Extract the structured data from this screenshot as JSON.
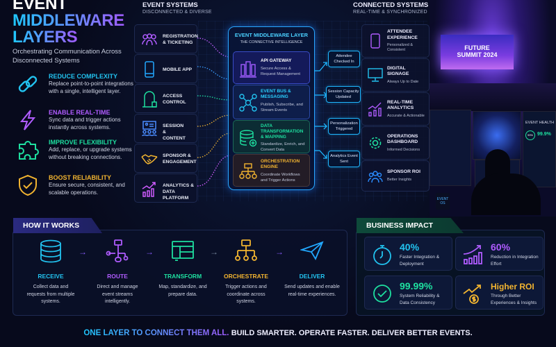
{
  "title": {
    "line1": "EVENT",
    "line2": "MIDDLEWARE",
    "line3": "LAYERS",
    "subtitle": "Orchestrating Communication Across Disconnected Systems"
  },
  "benefits": [
    {
      "title": "REDUCE COMPLEXITY",
      "text": "Replace point-to-point integrations with a single, intelligent layer.",
      "color": "#22c3f0",
      "icon": "link-icon"
    },
    {
      "title": "ENABLE REAL-TIME",
      "text": "Sync data and trigger actions instantly across systems.",
      "color": "#b05cff",
      "icon": "lightning-icon"
    },
    {
      "title": "IMPROVE FLEXIBILITY",
      "text": "Add, replace, or upgrade systems without breaking connections.",
      "color": "#1ee0a0",
      "icon": "puzzle-icon"
    },
    {
      "title": "BOOST RELIABILITY",
      "text": "Ensure secure, consistent, and scalable operations.",
      "color": "#f2b430",
      "icon": "shield-check-icon"
    }
  ],
  "event_systems": {
    "title": "EVENT SYSTEMS",
    "subtitle": "DISCONNECTED & DIVERSE",
    "items": [
      {
        "label": "REGISTRATION & TICKETING"
      },
      {
        "label": "MOBILE APP"
      },
      {
        "label": "ACCESS CONTROL"
      },
      {
        "label": "SESSION & CONTENT"
      },
      {
        "label": "SPONSOR & ENGAGEMENT"
      },
      {
        "label": "ANALYTICS & DATA PLATFORM"
      }
    ]
  },
  "middleware": {
    "title": "EVENT MIDDLEWARE LAYER",
    "subtitle": "THE CONNECTIVE INTELLIGENCE",
    "components": [
      {
        "title": "API GATEWAY",
        "text": "Secure Access & Request Management"
      },
      {
        "title": "EVENT BUS & MESSAGING",
        "text": "Publish, Subscribe, and Stream Events"
      },
      {
        "title": "DATA TRANSFORMATION & MAPPING",
        "text": "Standardize, Enrich, and Convert Data"
      },
      {
        "title": "ORCHESTRATION ENGINE",
        "text": "Coordinate Workflows and Trigger Actions"
      }
    ]
  },
  "events": [
    "Attendee Checked In",
    "Session Capacity Updated",
    "Personalization Triggered",
    "Analytics Event Sent"
  ],
  "connected_systems": {
    "title": "CONNECTED SYSTEMS",
    "subtitle": "REAL-TIME & SYNCHRONIZED",
    "items": [
      {
        "title": "ATTENDEE EXPERIENCE",
        "text": "Personalized & Consistent"
      },
      {
        "title": "DIGITAL SIGNAGE",
        "text": "Always Up to Date"
      },
      {
        "title": "REAL-TIME ANALYTICS",
        "text": "Accurate & Actionable"
      },
      {
        "title": "OPERATIONS DASHBOARD",
        "text": "Informed Decisions"
      },
      {
        "title": "SPONSOR ROI",
        "text": "Better Insights"
      }
    ]
  },
  "photo": {
    "screen_title": "FUTURE SUMMIT 2024",
    "health_label": "EVENT HEALTH",
    "health_ring": "99%",
    "health_value": "99.9%",
    "mug": "EVENT OS"
  },
  "how_it_works": {
    "title": "HOW IT WORKS",
    "steps": [
      {
        "title": "RECEIVE",
        "text": "Collect data and requests from multiple systems.",
        "color": "#22c3f0"
      },
      {
        "title": "ROUTE",
        "text": "Direct and manage event streams intelligently.",
        "color": "#b05cff"
      },
      {
        "title": "TRANSFORM",
        "text": "Map, standardize, and prepare data.",
        "color": "#1ee0a0"
      },
      {
        "title": "ORCHESTRATE",
        "text": "Trigger actions and coordinate across systems.",
        "color": "#f2b430"
      },
      {
        "title": "DELIVER",
        "text": "Send updates and enable real-time experiences.",
        "color": "#22c3f0"
      }
    ]
  },
  "business_impact": {
    "title": "BUSINESS IMPACT",
    "cards": [
      {
        "value": "40%",
        "text": "Faster Integration & Deployment",
        "color": "#22c3f0"
      },
      {
        "value": "60%",
        "text": "Reduction in Integration Effort",
        "color": "#b05cff"
      },
      {
        "value": "99.99%",
        "text": "System Reliability & Data Consistency",
        "color": "#1ee0a0"
      },
      {
        "value": "Higher ROI",
        "text": "Through Better Experiences & Insights",
        "color": "#f2b430"
      }
    ]
  },
  "footer": {
    "highlight": "ONE LAYER TO CONNECT THEM ALL.",
    "rest": "BUILD SMARTER. OPERATE FASTER. DELIVER BETTER EVENTS."
  }
}
